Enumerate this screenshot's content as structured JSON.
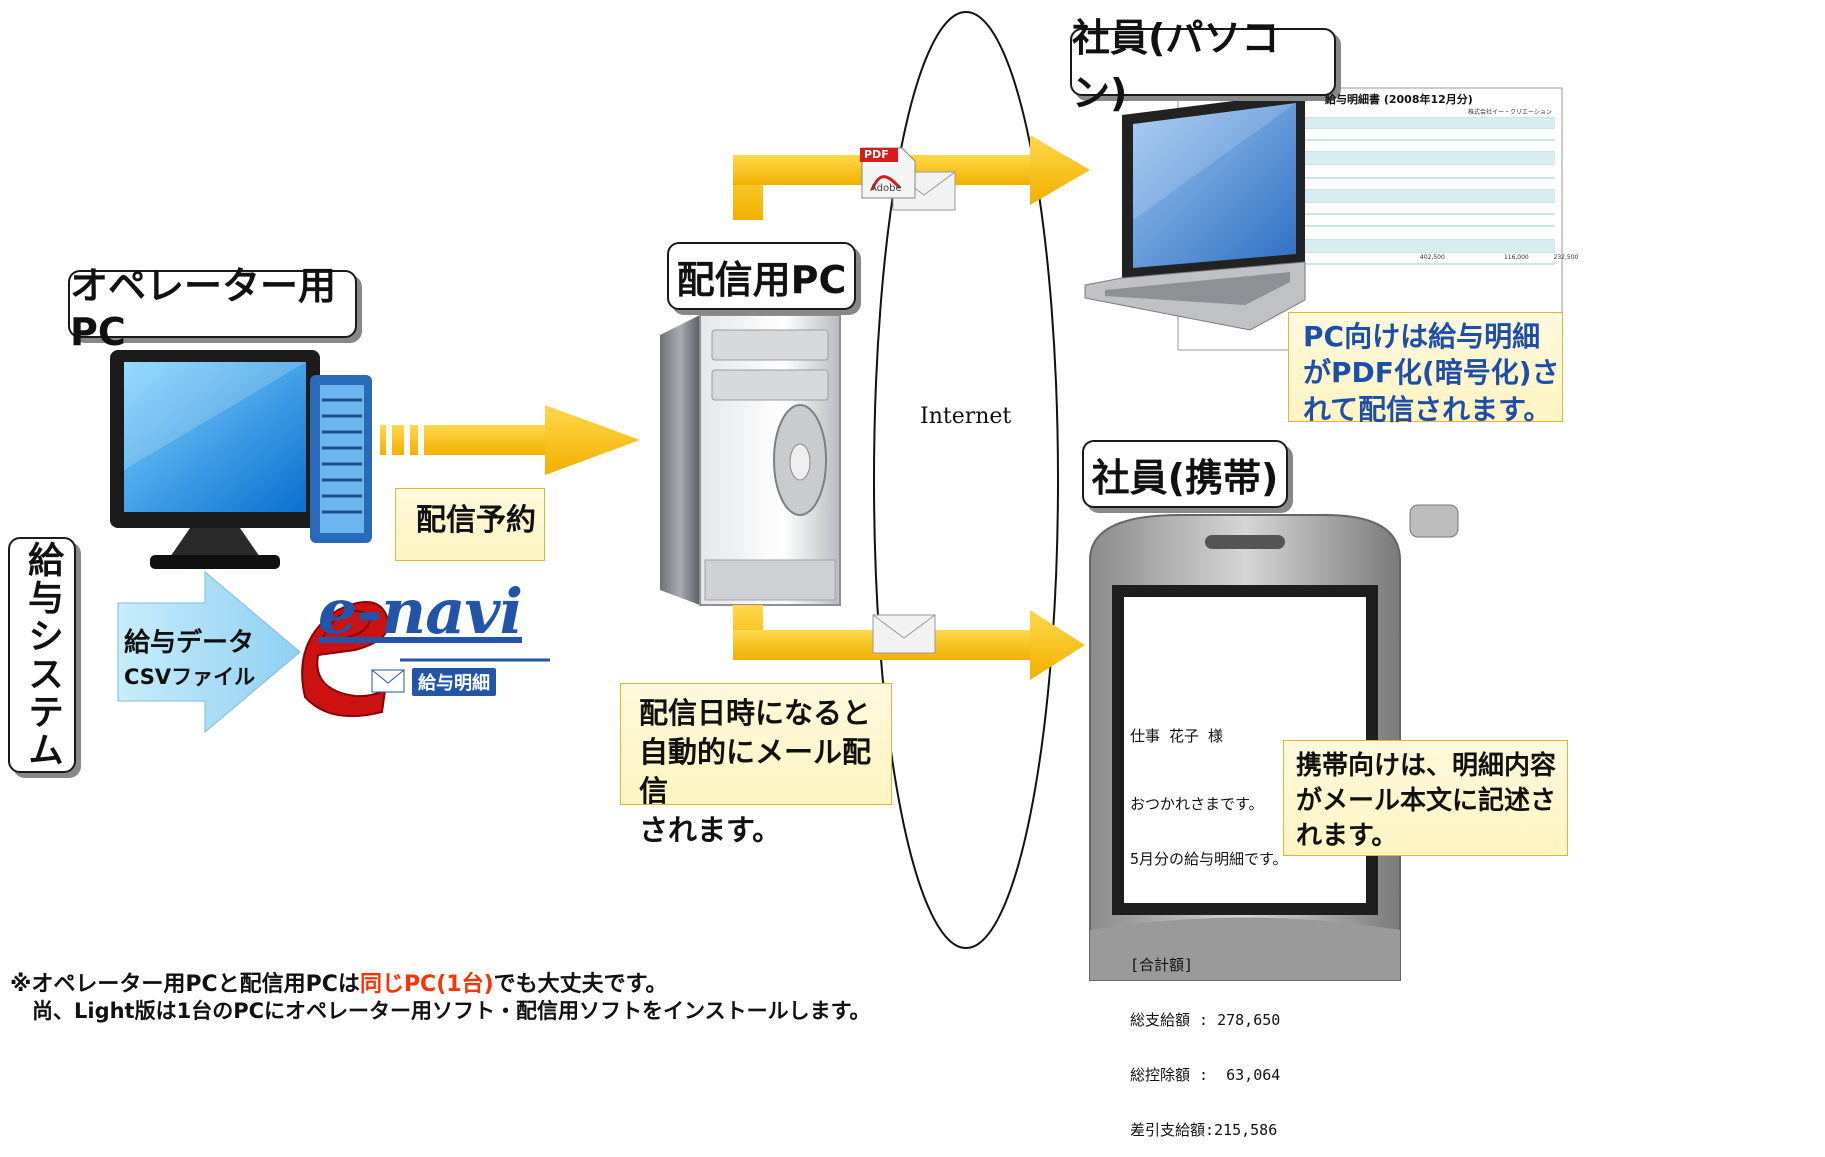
{
  "labels": {
    "operator_pc": "オペレーター用PC",
    "delivery_pc": "配信用PC",
    "employee_pc": "社員(パソコン)",
    "employee_mobile": "社員(携帯)",
    "payroll_system": "給与システム",
    "internet": "Internet"
  },
  "notes": {
    "reservation": "配信予約",
    "auto_delivery": [
      "配信日時になると",
      "自動的にメール配信",
      "されます。"
    ],
    "pc_pdf": [
      "PC向けは給与明細",
      "がPDF化(暗号化)さ",
      "れて配信されます。"
    ],
    "mobile_mail": [
      "携帯向けは、明細内容",
      "がメール本文に記述さ",
      "れます。"
    ]
  },
  "csv_arrow": {
    "line1": "給与データ",
    "line2": "CSVファイル"
  },
  "logo": {
    "text": "e-navi",
    "sub": "給与明細"
  },
  "pdf_icon": {
    "label": "PDF",
    "brand": "Adobe"
  },
  "payslip": {
    "title": "給与明細書 (2008年12月分)",
    "company": "株式会社イー・クリエーション",
    "values": [
      "402,500",
      "116,000",
      "232,500"
    ]
  },
  "phone_screen": {
    "name": "仕事 花子 様",
    "lines": [
      "おつかれさまです。",
      "5月分の給与明細です。",
      "",
      "[合計額]",
      "総支給額 : 278,650",
      "総控除額 :  63,064",
      "差引支給額:215,586"
    ]
  },
  "footer": {
    "prefix": "※オペレーター用PCと配信用PCは",
    "highlight": "同じPC(1台)",
    "suffix": "でも大丈夫です。",
    "line2": "尚、Light版は1台のPCにオペレーター用ソフト・配信用ソフトをインストールします。"
  },
  "colors": {
    "arrow": "#f7bd10",
    "csv_arrow": "#9fd8f5",
    "logo_red": "#cc1111",
    "logo_blue": "#2255aa",
    "highlight": "#ff3300"
  }
}
